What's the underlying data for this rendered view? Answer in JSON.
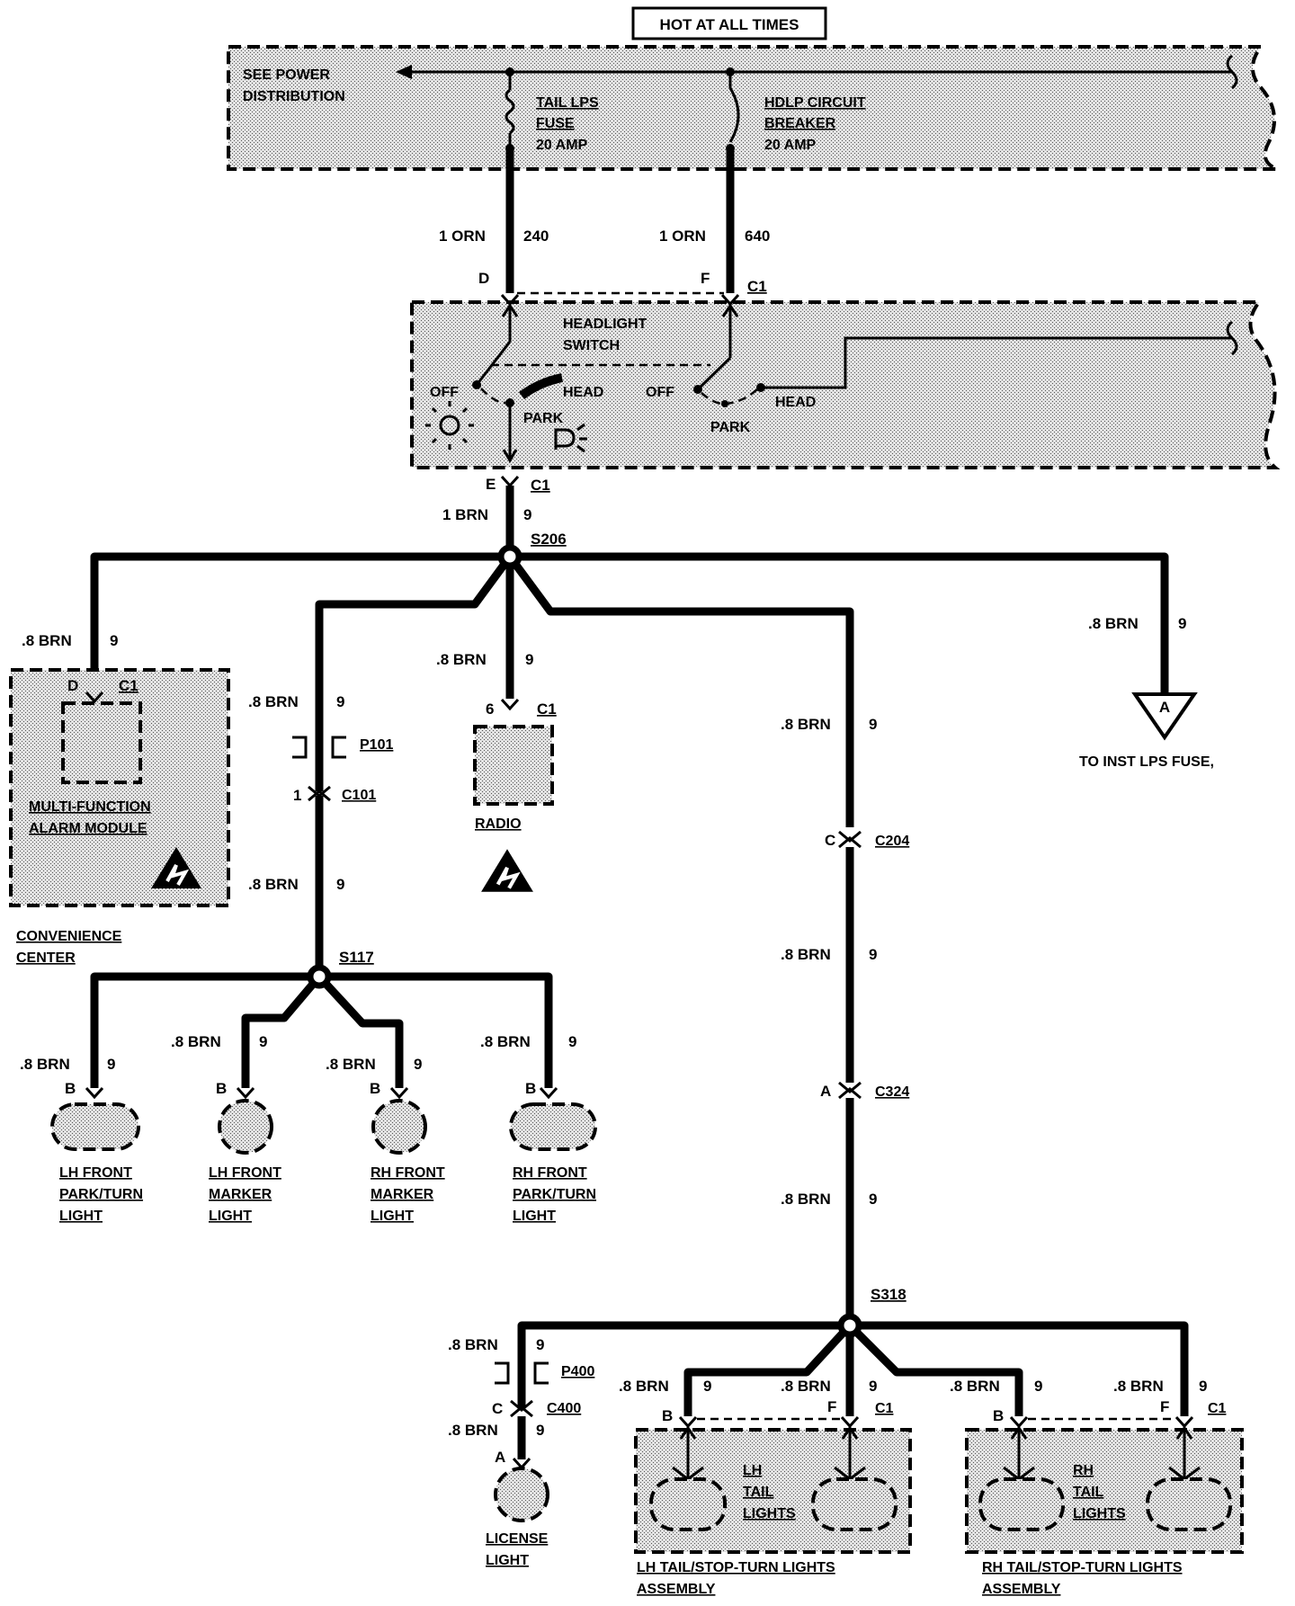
{
  "header": {
    "hot_label": "HOT AT ALL TIMES"
  },
  "power": {
    "see_line1": "SEE POWER",
    "see_line2": "DISTRIBUTION",
    "fuse": [
      "TAIL LPS",
      "FUSE",
      "20 AMP"
    ],
    "breaker": [
      "HDLP CIRCUIT",
      "BREAKER",
      "20 AMP"
    ]
  },
  "wires": {
    "w240": {
      "size": "1 ORN",
      "circuit": "240"
    },
    "w640": {
      "size": "1 ORN",
      "circuit": "640"
    },
    "brn1": "1 BRN",
    "brn08": ".8 BRN",
    "c9": "9"
  },
  "switch": {
    "title1": "HEADLIGHT",
    "title2": "SWITCH",
    "pinD": "D",
    "pinF": "F",
    "pinE": "E",
    "conn": "C1",
    "off": "OFF",
    "head": "HEAD",
    "park": "PARK"
  },
  "splices": {
    "s206": "S206",
    "s117": "S117",
    "s318": "S318"
  },
  "connectors": {
    "p101": "P101",
    "c101": "C101",
    "c204": "C204",
    "c324": "C324",
    "p400": "P400",
    "c400": "C400",
    "c1": "C1",
    "pin_d": "D",
    "pin_6": "6",
    "pin_1": "1",
    "pin_c": "C",
    "pin_a": "A",
    "pin_b": "B",
    "pin_f": "F"
  },
  "components": {
    "alarm": [
      "MULTI-FUNCTION",
      "ALARM MODULE"
    ],
    "radio": "RADIO",
    "inst": {
      "letter": "A",
      "label": "TO INST LPS FUSE,"
    },
    "convenience": [
      "CONVENIENCE",
      "CENTER"
    ],
    "lh_park": [
      "LH FRONT",
      "PARK/TURN",
      "LIGHT"
    ],
    "lh_marker": [
      "LH FRONT",
      "MARKER",
      "LIGHT"
    ],
    "rh_marker": [
      "RH FRONT",
      "MARKER",
      "LIGHT"
    ],
    "rh_park": [
      "RH FRONT",
      "PARK/TURN",
      "LIGHT"
    ],
    "license": [
      "LICENSE",
      "LIGHT"
    ],
    "lh_tail_inner": [
      "LH",
      "TAIL",
      "LIGHTS"
    ],
    "rh_tail_inner": [
      "RH",
      "TAIL",
      "LIGHTS"
    ],
    "lh_tail_assy": [
      "LH TAIL/STOP-TURN LIGHTS",
      "ASSEMBLY"
    ],
    "rh_tail_assy": [
      "RH TAIL/STOP-TURN LIGHTS",
      "ASSEMBLY"
    ]
  }
}
